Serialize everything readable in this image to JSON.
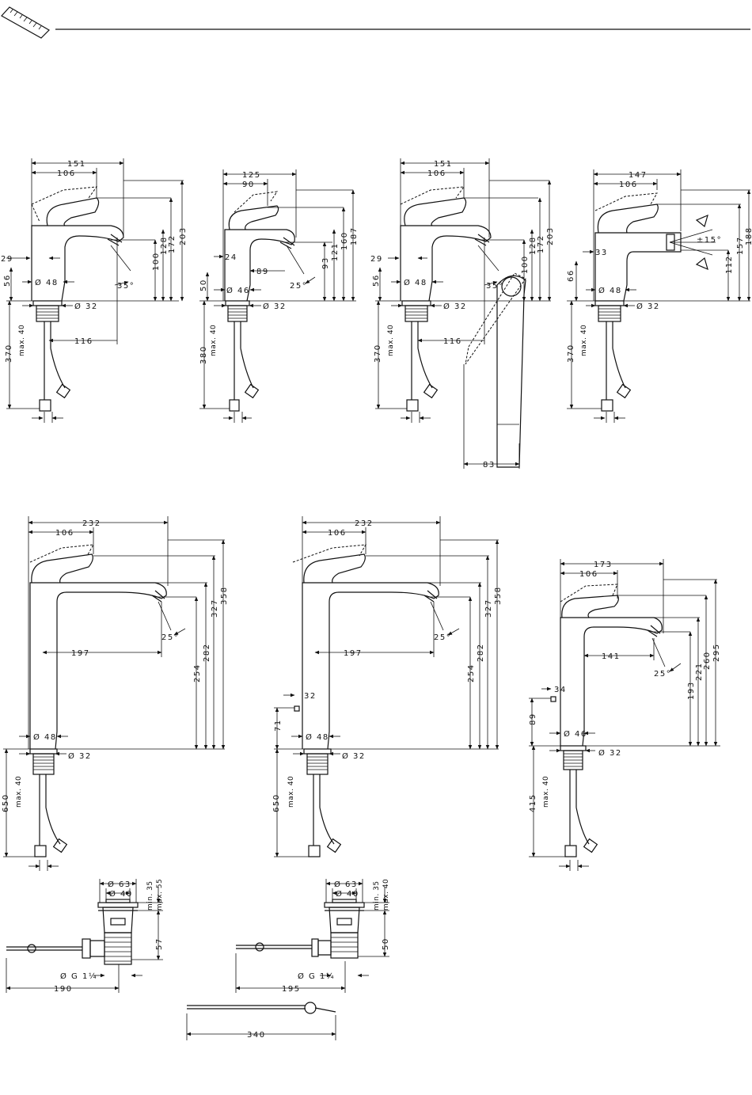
{
  "header": {
    "logo_icon": "ruler-scale-icon"
  },
  "drawings": {
    "d1": {
      "width_total": "151",
      "width_handle": "106",
      "h1": "100",
      "h2": "128",
      "h3": "172",
      "h4": "203",
      "offset_side": "29",
      "dia_base": "Ø 48",
      "dia_thread": "Ø 32",
      "side_h": "56",
      "angle": "35°",
      "reach": "116",
      "hose_len": "370",
      "max40": "max. 40"
    },
    "d2": {
      "width_total": "125",
      "width_handle": "90",
      "h1": "93",
      "h2": "121",
      "h3": "160",
      "h4": "187",
      "offset_side": "24",
      "dia_base": "Ø 46",
      "dia_thread": "Ø 32",
      "side_h": "50",
      "angle": "25°",
      "reach": "89",
      "hose_len": "380",
      "max40": "max. 40"
    },
    "d3": {
      "width_total": "151",
      "width_handle": "106",
      "h1": "100",
      "h2": "128",
      "h3": "172",
      "h4": "203",
      "offset_side": "29",
      "dia_base": "Ø 48",
      "dia_thread": "Ø 32",
      "side_h": "56",
      "angle": "35°",
      "reach": "116",
      "hose_len": "370",
      "max40": "max. 40",
      "handle_swing": "83"
    },
    "d4": {
      "width_total": "147",
      "width_handle": "106",
      "h1": "112",
      "h2": "157",
      "h3": "188",
      "offset_side": "33",
      "dia_base": "Ø 48",
      "dia_thread": "Ø 32",
      "side_h": "66",
      "angle": "±15°",
      "hose_len": "370",
      "max40": "max. 40"
    },
    "d5": {
      "width_total": "232",
      "width_handle": "106",
      "h1": "254",
      "h2": "282",
      "h3": "327",
      "h4": "358",
      "dia_base": "Ø 48",
      "dia_thread": "Ø 32",
      "angle": "25°",
      "reach": "197",
      "hose_len": "650",
      "max40": "max. 40"
    },
    "d6": {
      "width_total": "232",
      "width_handle": "106",
      "h1": "254",
      "h2": "282",
      "h3": "327",
      "h4": "358",
      "offset_side": "32",
      "side_h": "71",
      "dia_base": "Ø 48",
      "dia_thread": "Ø 32",
      "angle": "25°",
      "reach": "197",
      "hose_len": "650",
      "max40": "max. 40"
    },
    "d7": {
      "width_total": "173",
      "width_handle": "106",
      "h1": "193",
      "h2": "221",
      "h3": "260",
      "h4": "295",
      "offset_side": "34",
      "side_h": "89",
      "dia_base": "Ø 46",
      "dia_thread": "Ø 32",
      "angle": "25°",
      "reach": "141",
      "hose_len": "415",
      "max40": "max. 40"
    },
    "waste1": {
      "dia_outer": "Ø 63",
      "dia_inner": "Ø 40",
      "minmax": "min. 35",
      "max": "max. 55",
      "height": "57",
      "thread": "Ø G 1¼",
      "length": "190"
    },
    "waste2": {
      "dia_outer": "Ø 63",
      "dia_inner": "Ø 40",
      "minmax": "min. 35",
      "max": "max. 40",
      "height": "50",
      "thread": "Ø G 1¼",
      "length": "195"
    },
    "rod": {
      "length": "340"
    }
  }
}
